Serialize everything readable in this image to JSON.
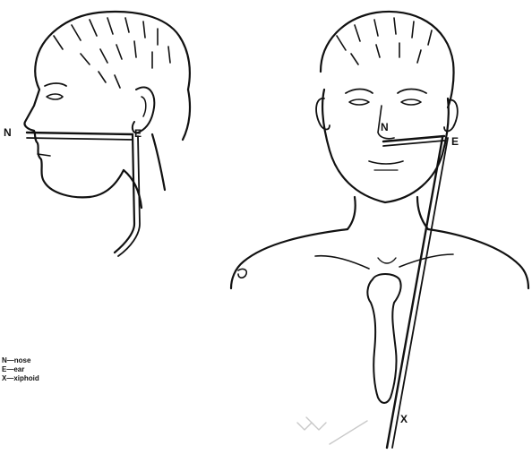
{
  "labels": {
    "side_nose": "N",
    "side_ear": "E",
    "front_nose": "N",
    "front_ear": "E",
    "front_xiphoid": "X"
  },
  "legend": [
    {
      "text": "N—nose"
    },
    {
      "text": "E—ear"
    },
    {
      "text": "X—xiphoid"
    }
  ]
}
